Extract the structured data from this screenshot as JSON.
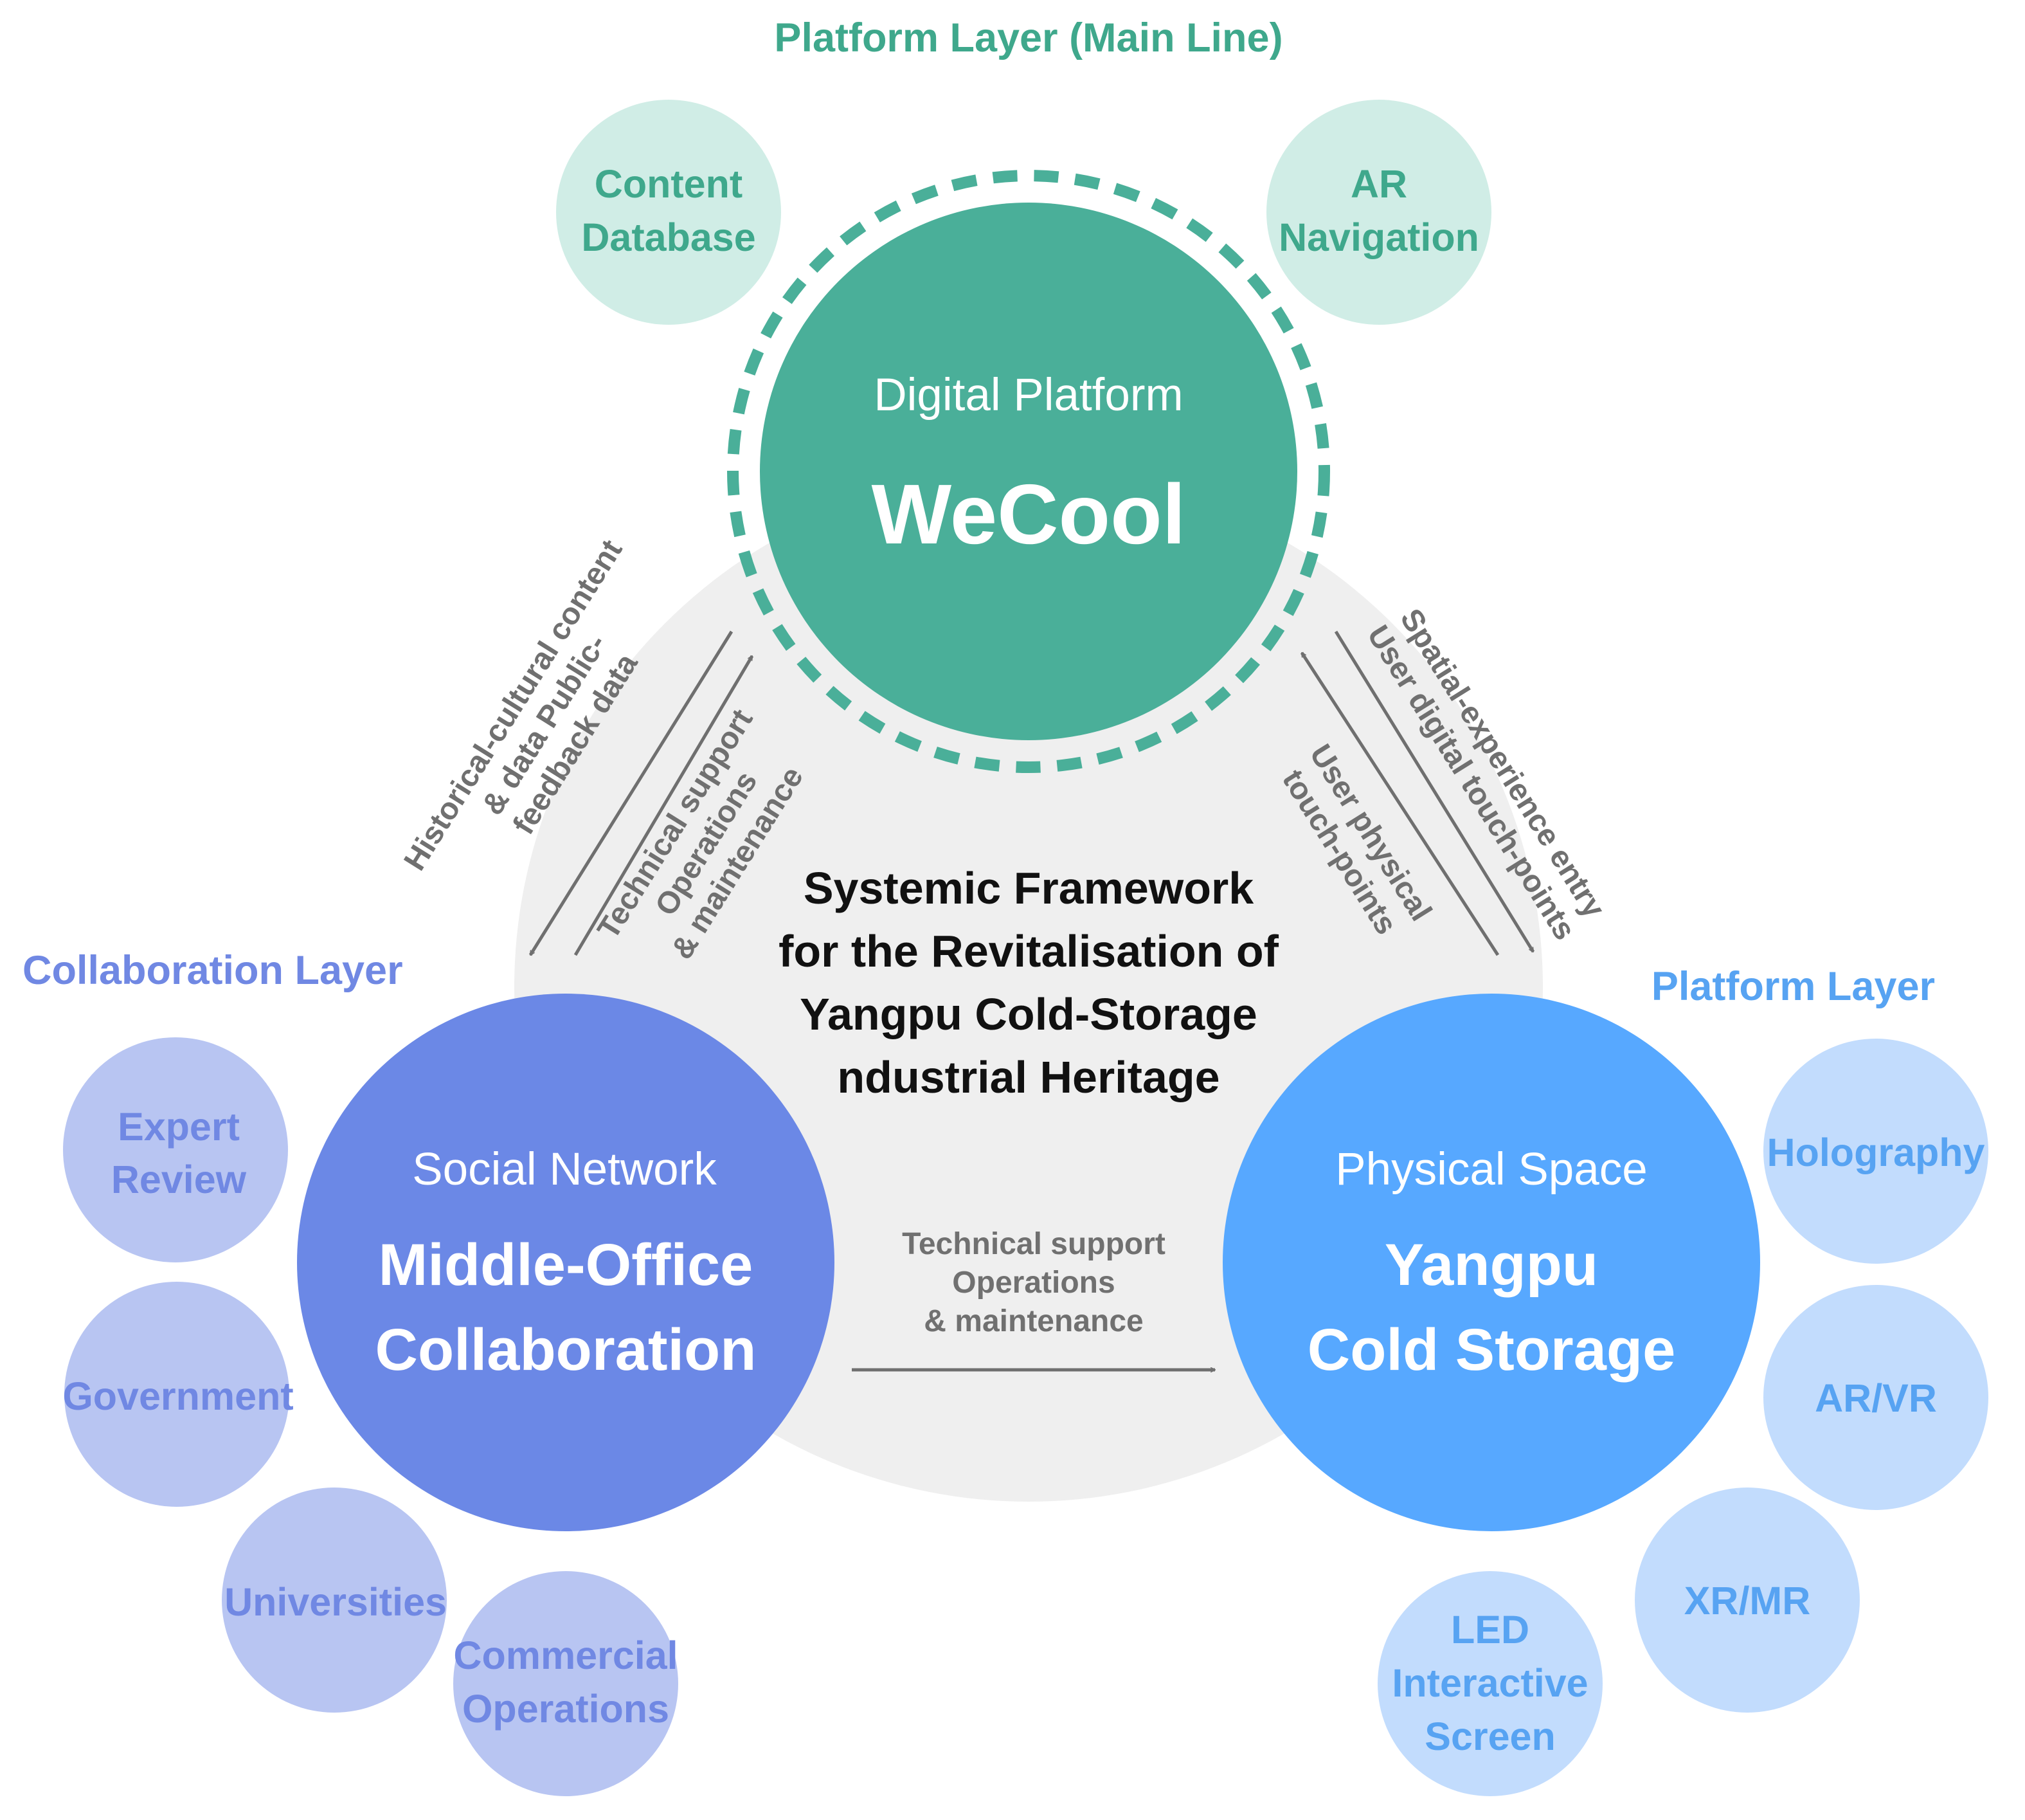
{
  "colors": {
    "digital": "#4aaf99",
    "digital_light": "#d0ede6",
    "digital_text": "#3fa88c",
    "social": "#6b88e6",
    "social_light": "#b8c5f2",
    "social_text": "#7088e3",
    "physical": "#57a8ff",
    "physical_light": "#c2dcfd",
    "physical_text": "#57a3f2",
    "center_disc": "#efefef",
    "arrow": "#6f6f6f"
  },
  "platform_layer_main": {
    "title": "Platform Layer (Main Line)",
    "hub_subtitle": "Digital Platform",
    "hub_title": "WeCool",
    "satellites": [
      {
        "lines": [
          "Content",
          "Database"
        ]
      },
      {
        "lines": [
          "AR",
          "Navigation"
        ]
      }
    ]
  },
  "collaboration_layer": {
    "title": "Collaboration Layer",
    "hub_subtitle": "Social Network",
    "hub_title_lines": [
      "Middle-Office",
      "Collaboration"
    ],
    "satellites": [
      {
        "lines": [
          "Expert",
          "Review"
        ]
      },
      {
        "lines": [
          "Government"
        ]
      },
      {
        "lines": [
          "Universities"
        ]
      },
      {
        "lines": [
          "Commercial",
          "Operations"
        ]
      }
    ]
  },
  "platform_layer": {
    "title": "Platform Layer",
    "hub_subtitle": "Physical Space",
    "hub_title_lines": [
      "Yangpu",
      "Cold Storage"
    ],
    "satellites": [
      {
        "lines": [
          "Holography"
        ]
      },
      {
        "lines": [
          "AR/VR"
        ]
      },
      {
        "lines": [
          "XR/MR"
        ]
      },
      {
        "lines": [
          "LED",
          "Interactive",
          "Screen"
        ]
      }
    ]
  },
  "center": {
    "title_lines": [
      "Systemic Framework",
      "for the Revitalisation of",
      "Yangpu Cold-Storage",
      "ndustrial Heritage"
    ]
  },
  "flows": {
    "left_outer": [
      "Historical-cultural content",
      "& data Public-",
      "feedback data"
    ],
    "left_inner": [
      "Technical support",
      "Operations",
      "& maintenance"
    ],
    "right_outer": [
      "Spatial-experience entry",
      "User digital touch-points"
    ],
    "right_inner": [
      "User physical",
      "touch-points"
    ],
    "bottom": [
      "Technical support",
      "Operations",
      "& maintenance"
    ]
  }
}
